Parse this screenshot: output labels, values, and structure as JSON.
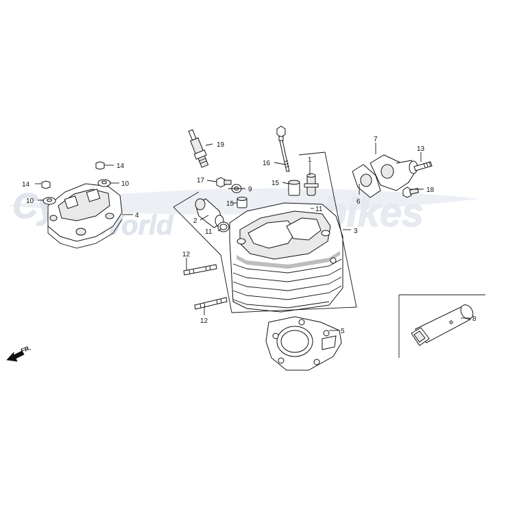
{
  "watermark": {
    "left_line1": "Cycle",
    "left_line2": "World",
    "right": "bikes"
  },
  "direction_indicator": "FR.",
  "callouts": [
    {
      "id": "1",
      "label": "1"
    },
    {
      "id": "2",
      "label": "2"
    },
    {
      "id": "3",
      "label": "3"
    },
    {
      "id": "4",
      "label": "4"
    },
    {
      "id": "5",
      "label": "5"
    },
    {
      "id": "6",
      "label": "6"
    },
    {
      "id": "7",
      "label": "7"
    },
    {
      "id": "8",
      "label": "8"
    },
    {
      "id": "9",
      "label": "9"
    },
    {
      "id": "10a",
      "label": "10"
    },
    {
      "id": "10b",
      "label": "10"
    },
    {
      "id": "11a",
      "label": "11"
    },
    {
      "id": "11b",
      "label": "11"
    },
    {
      "id": "12a",
      "label": "12"
    },
    {
      "id": "12b",
      "label": "12"
    },
    {
      "id": "13",
      "label": "13"
    },
    {
      "id": "14a",
      "label": "14"
    },
    {
      "id": "14b",
      "label": "14"
    },
    {
      "id": "15a",
      "label": "15"
    },
    {
      "id": "15b",
      "label": "15"
    },
    {
      "id": "16",
      "label": "16"
    },
    {
      "id": "17",
      "label": "17"
    },
    {
      "id": "18",
      "label": "18"
    },
    {
      "id": "19",
      "label": "19"
    }
  ]
}
